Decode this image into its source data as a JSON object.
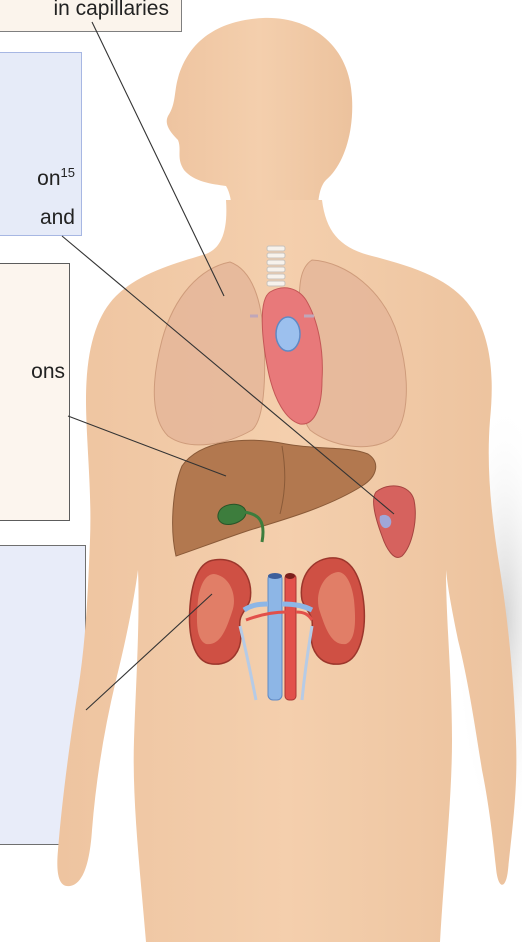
{
  "callouts": {
    "top": "in capillaries",
    "blue1_line1": "on",
    "blue1_line1_sup": "15",
    "blue1_line2": "and",
    "cream": "ons"
  },
  "colors": {
    "skin": "#f2c9a4",
    "lung": "#e9bca4",
    "liver": "#b07a4f",
    "heart": "#e77a78",
    "kidney": "#cf4f43",
    "artery": "#d8403c",
    "vein": "#8bb3e3",
    "gallbladder": "#3b7a3c",
    "callout_blue": "#e6ebf8",
    "callout_cream": "#fcf5ee"
  }
}
